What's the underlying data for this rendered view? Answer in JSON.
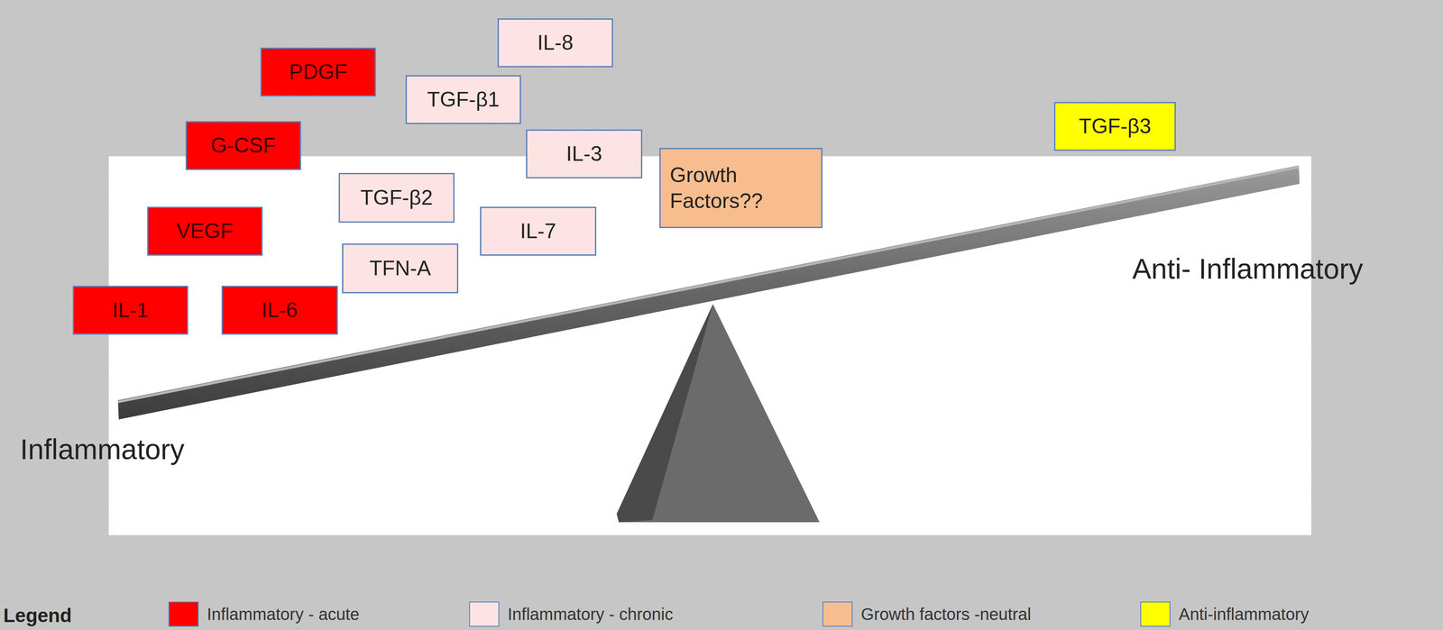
{
  "diagram": {
    "nodes": [
      {
        "text": [
          "IL-8"
        ]
      },
      {
        "text": [
          "PDGF"
        ]
      },
      {
        "text": [
          "TGF-β1"
        ]
      },
      {
        "text": [
          "TGF-β3"
        ]
      },
      {
        "text": [
          "G-CSF"
        ]
      },
      {
        "text": [
          "IL-3"
        ]
      },
      {
        "text": [
          "Growth Factors??"
        ]
      },
      {
        "text": [
          "TGF-β2"
        ]
      },
      {
        "text": [
          "VEGF"
        ]
      },
      {
        "text": [
          "IL-7"
        ]
      },
      {
        "text": [
          "TFN-A"
        ]
      },
      {
        "text": [
          "IL-1"
        ]
      },
      {
        "text": [
          "IL-6"
        ]
      }
    ],
    "labels": [
      "Inflammatory",
      "Anti- Inflammatory",
      "Legend"
    ],
    "legend": [
      {
        "text": "Inflammatory - acute",
        "color": "#ff0000"
      },
      {
        "text": "Inflammatory - chronic",
        "color": "#fde3e3"
      },
      {
        "text": "Growth factors -neutral",
        "color": "#f8bd8e"
      },
      {
        "text": "Anti-inflammatory",
        "color": "#ffff00"
      }
    ]
  }
}
